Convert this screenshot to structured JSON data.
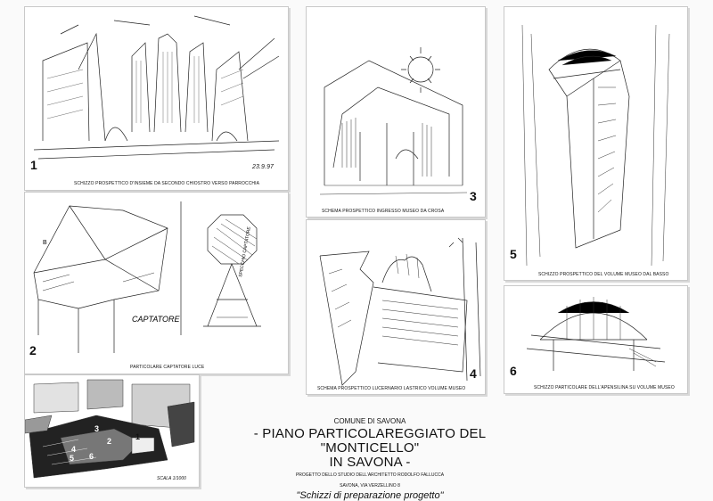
{
  "panels": [
    {
      "number": "1",
      "caption": "SCHIZZO PROSPETTICO D'INSIEME DA SECONDO CHIOSTRO VERSO PARROCCHIA",
      "signature": "23.9.97"
    },
    {
      "number": "2",
      "caption": "PARTICOLARE CAPTATORE LUCE",
      "annotations": [
        "CAPTATORE",
        "B",
        "SPECCHIO CAPTATORE"
      ]
    },
    {
      "number": "3",
      "caption": "SCHEMA PROSPETTICO INGRESSO MUSEO DA CROSA"
    },
    {
      "number": "4",
      "caption": "SCHEMA PROSPETTICO LUCERNARIO LASTRICO VOLUME MUSEO"
    },
    {
      "number": "5",
      "caption": "SCHIZZO PROSPETTICO DEL VOLUME MUSEO DAL BASSO"
    },
    {
      "number": "6",
      "caption": "SCHIZZO PARTICOLARE DELL'APENSILINA SU VOLUME MUSEO"
    }
  ],
  "map": {
    "scale": "SCALA 1/1000",
    "labels": [
      "1",
      "2",
      "3",
      "4",
      "5",
      "6"
    ]
  },
  "title": {
    "comune": "COMUNE DI SAVONA",
    "line1": "- PIANO PARTICOLAREGGIATO DEL \"MONTICELLO\"",
    "line2": "IN SAVONA -",
    "project": "PROGETTO DELLO STUDIO DELL'ARCHITETTO RODOLFO FALLUCCA",
    "address": "SAVONA, VIA VERZELLINO 8",
    "subtitle": "\"Schizzi di preparazione progetto\""
  }
}
